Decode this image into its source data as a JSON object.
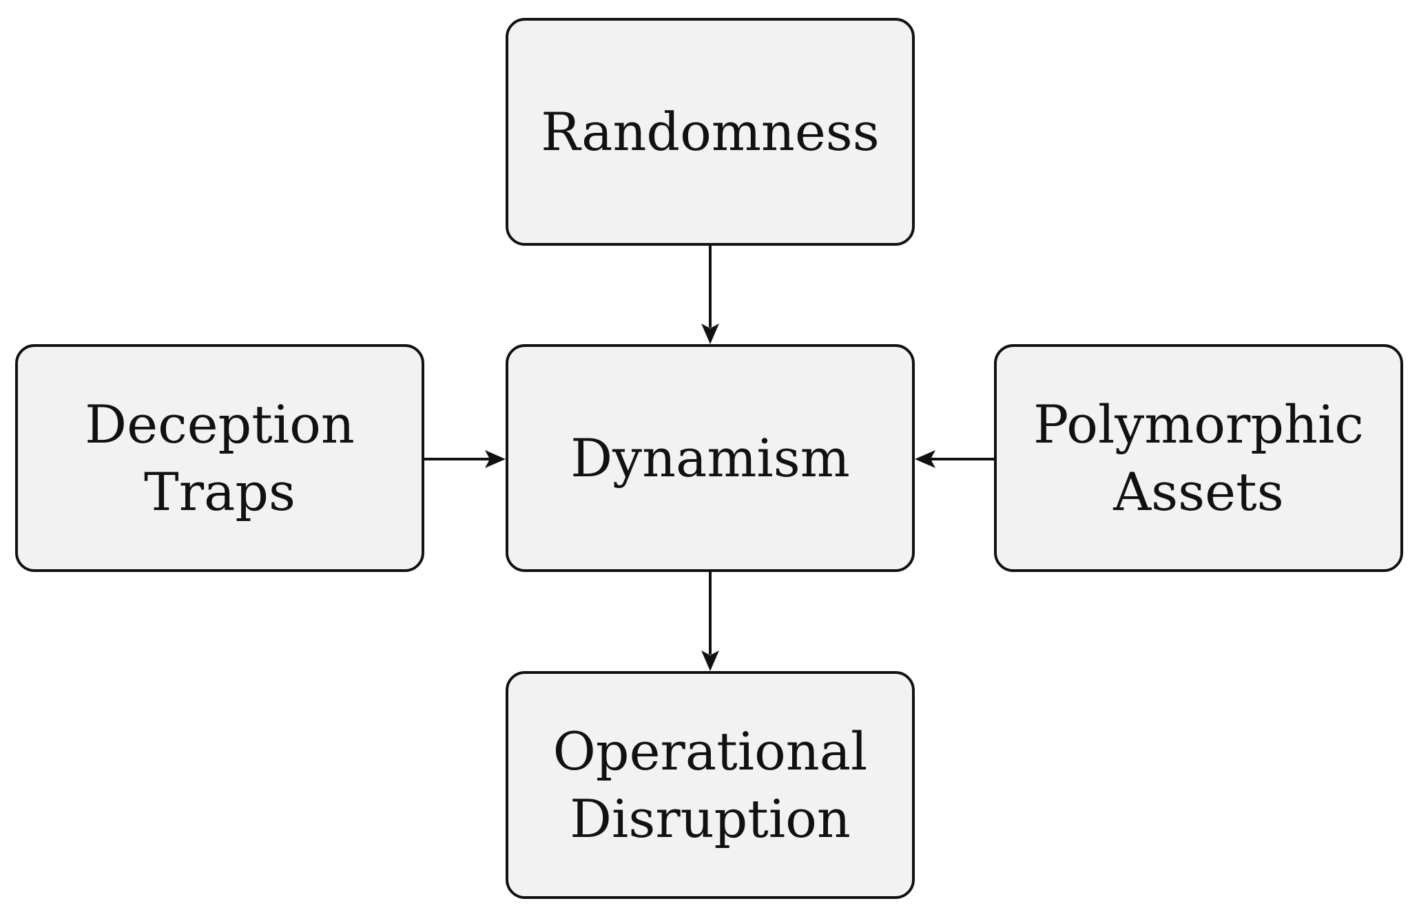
{
  "diagram": {
    "nodes": [
      {
        "id": "randomness",
        "lines": [
          "Randomness"
        ]
      },
      {
        "id": "dynamism",
        "lines": [
          "Dynamism"
        ]
      },
      {
        "id": "deception-traps",
        "lines": [
          "Deception",
          "Traps"
        ]
      },
      {
        "id": "polymorphic-assets",
        "lines": [
          "Polymorphic",
          "Assets"
        ]
      },
      {
        "id": "operational-disruption",
        "lines": [
          "Operational",
          "Disruption"
        ]
      }
    ],
    "edges": [
      {
        "from": "randomness",
        "to": "dynamism"
      },
      {
        "from": "deception-traps",
        "to": "dynamism"
      },
      {
        "from": "polymorphic-assets",
        "to": "dynamism"
      },
      {
        "from": "dynamism",
        "to": "operational-disruption"
      }
    ],
    "colors": {
      "node_fill": "#f2f2f2",
      "node_border": "#111111",
      "edge": "#111111",
      "text": "#111111"
    }
  }
}
